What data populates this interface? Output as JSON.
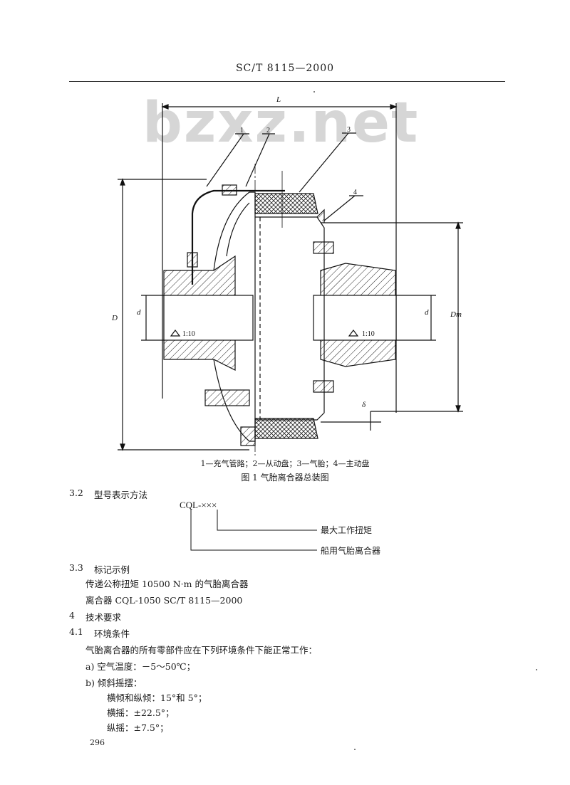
{
  "header": {
    "standard": "SC/T 8115—2000"
  },
  "watermark": "bzxz.net",
  "figure": {
    "dims": {
      "L": "L",
      "D": "D",
      "d": "d",
      "Dm": "Dm",
      "delta": "δ",
      "taper": "1:10"
    },
    "callouts": [
      "1",
      "2",
      "3",
      "4"
    ],
    "legend": "1—充气管路；2—从动盘；3—气胎；4—主动盘",
    "caption": "图 1    气胎离合器总装图"
  },
  "sections": {
    "s32": {
      "number": "3.2",
      "title": "型号表示方法"
    },
    "model": {
      "code": "CQL-×××",
      "label_torque": "最大工作扭矩",
      "label_marine": "船用气胎离合器"
    },
    "s33": {
      "number": "3.3",
      "title": "标记示例",
      "line1": "传递公称扭矩 10500 N·m 的气胎离合器",
      "line2": "离合器 CQL-1050    SC/T 8115—2000"
    },
    "s4": {
      "number": "4",
      "title": "技术要求"
    },
    "s41": {
      "number": "4.1",
      "title": "环境条件"
    },
    "body": [
      "气胎离合器的所有零部件应在下列环境条件下能正常工作：",
      "a) 空气温度：－5～50℃；",
      "b) 倾斜摇摆：",
      "横倾和纵倾：15°和 5°；",
      "横摇：±22.5°；",
      "纵摇：±7.5°；"
    ]
  },
  "page_number": "296"
}
